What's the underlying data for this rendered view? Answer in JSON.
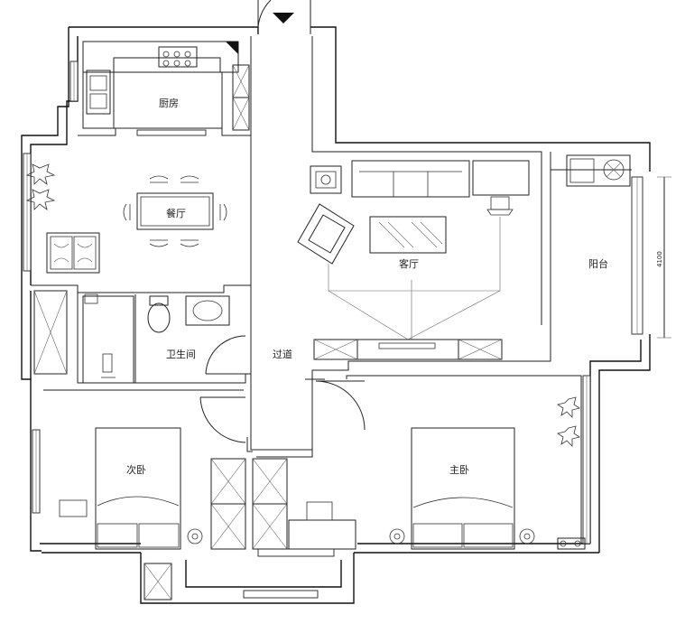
{
  "rooms": {
    "kitchen": "厨房",
    "dining": "餐厅",
    "living": "客厅",
    "balcony": "阳台",
    "bathroom": "卫生间",
    "corridor": "过道",
    "second_bedroom": "次卧",
    "master_bedroom": "主卧"
  },
  "dimension_label": "4100"
}
